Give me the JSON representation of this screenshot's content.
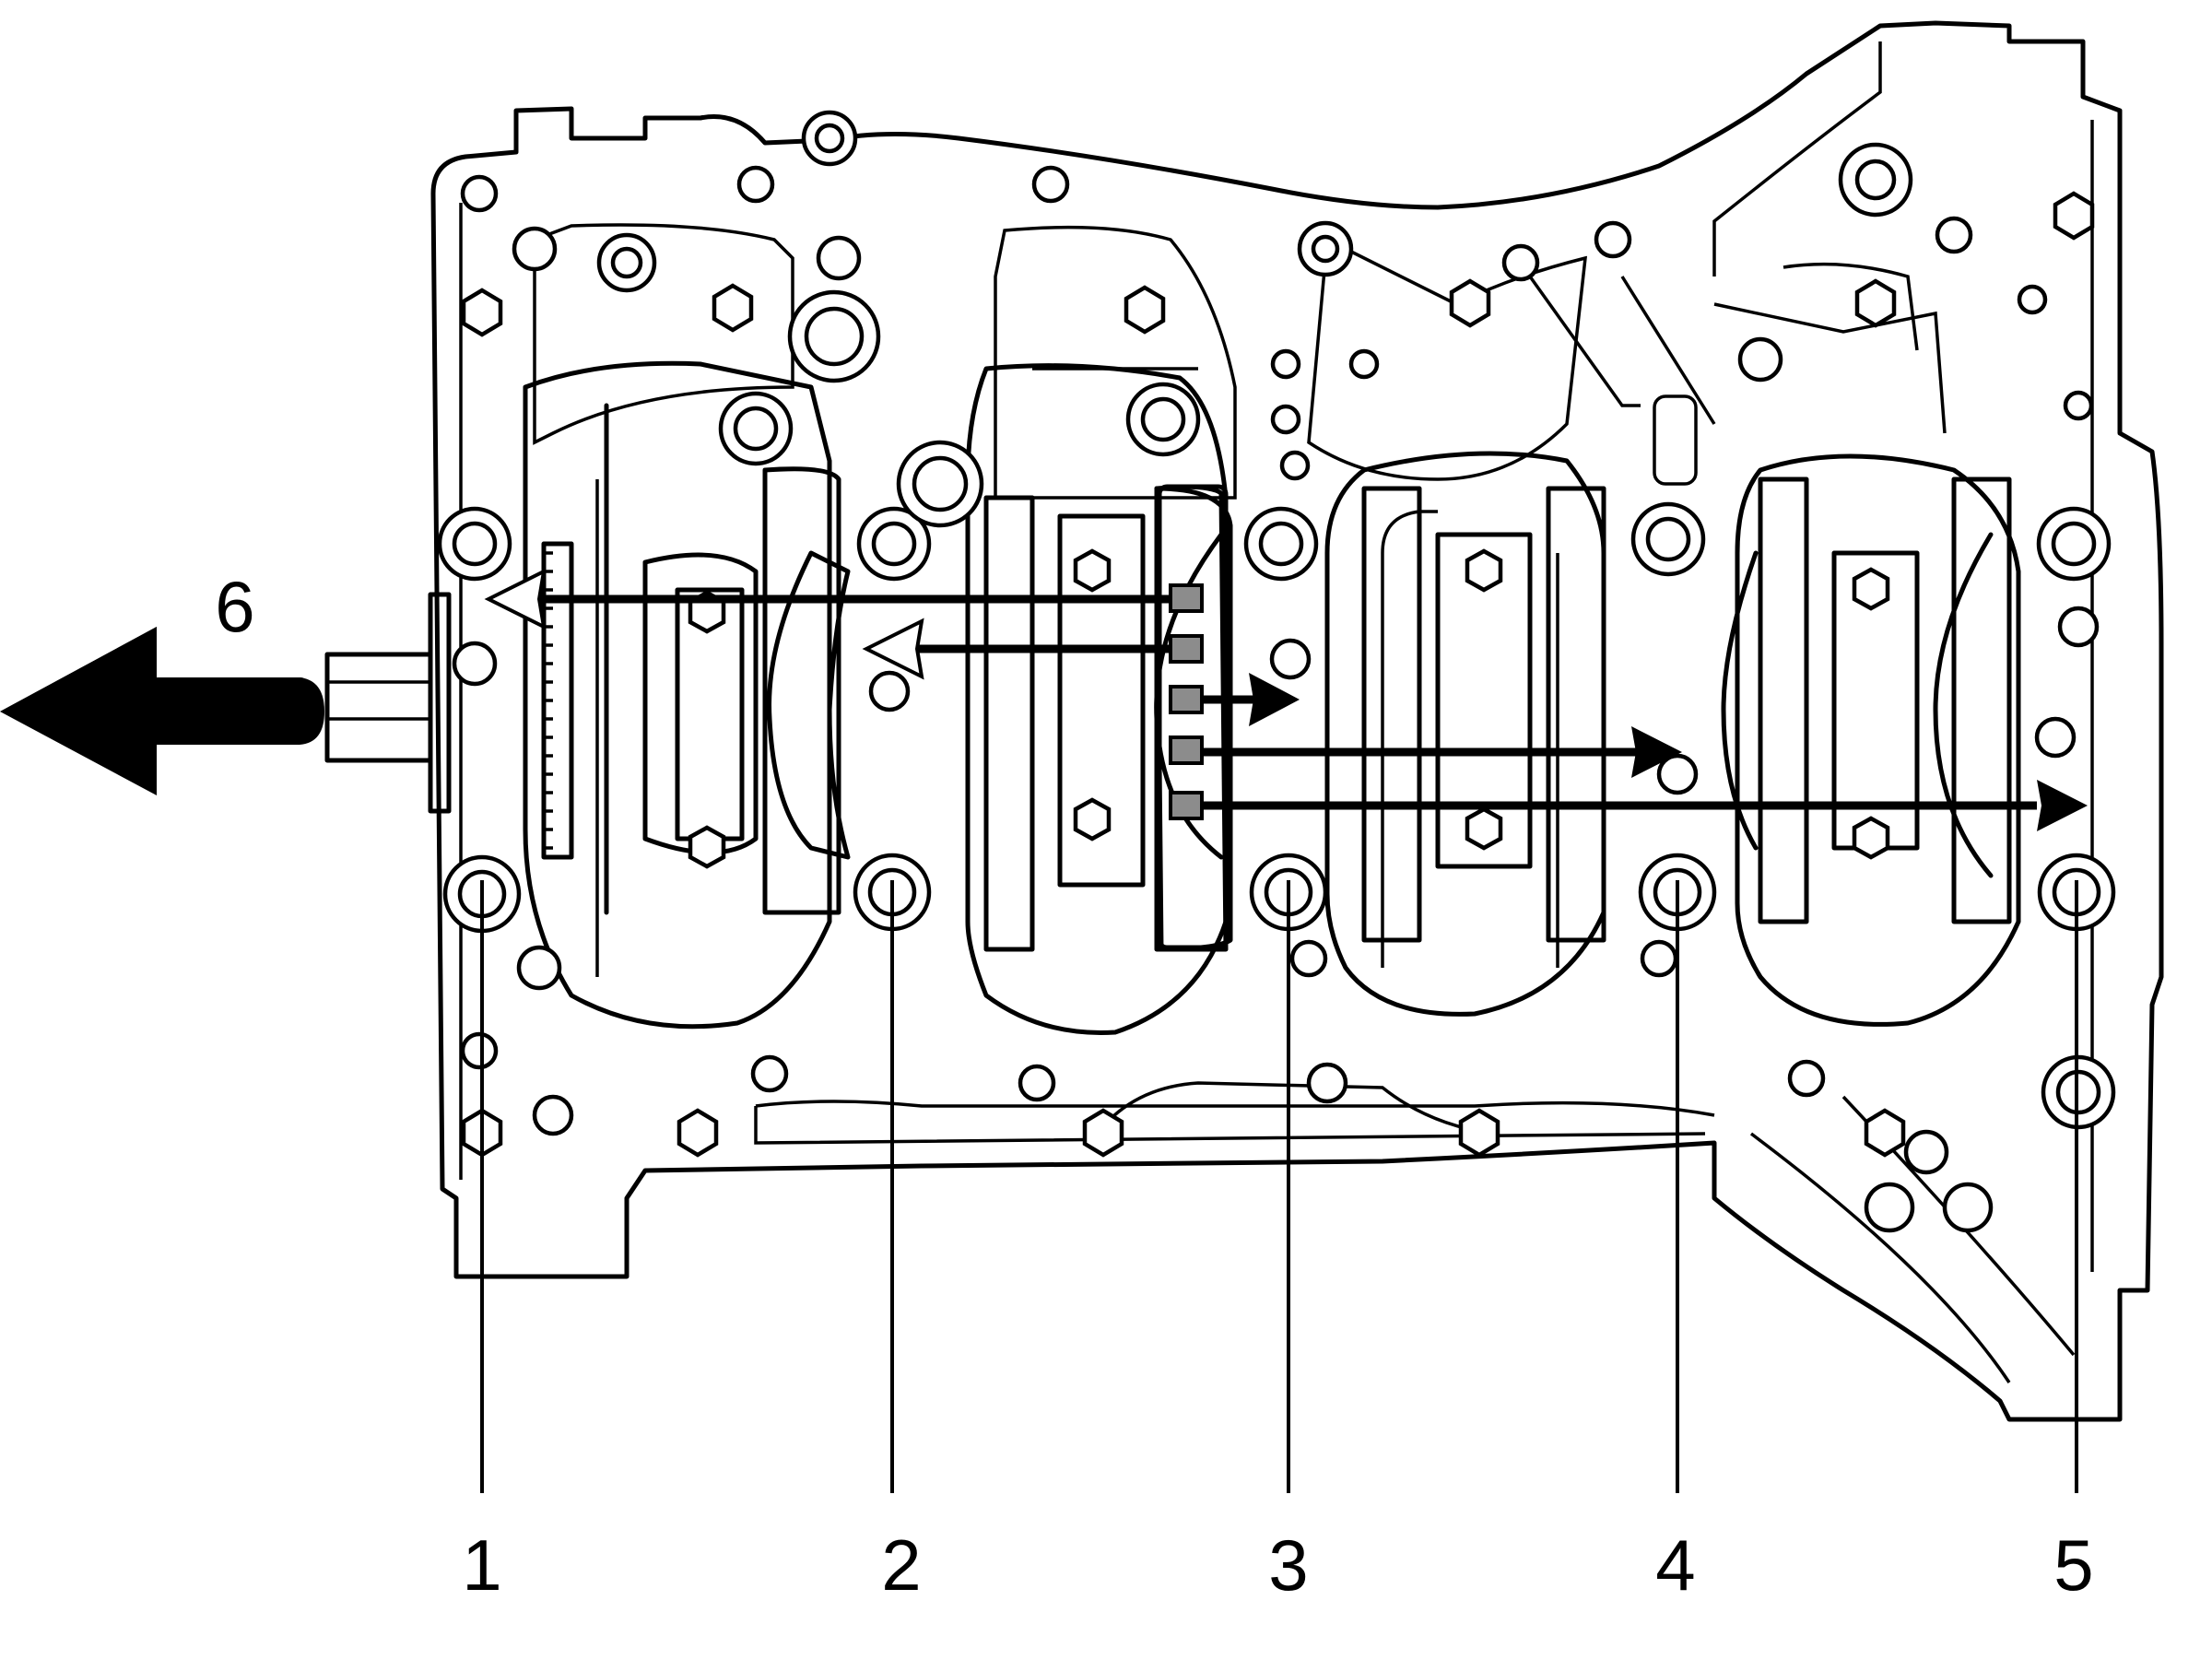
{
  "colors": {
    "line": "#000000",
    "background": "#ffffff",
    "tag_fill": "#8c8c8c"
  },
  "callouts": [
    {
      "id": "1",
      "label": "1"
    },
    {
      "id": "2",
      "label": "2"
    },
    {
      "id": "3",
      "label": "3"
    },
    {
      "id": "4",
      "label": "4"
    },
    {
      "id": "5",
      "label": "5"
    },
    {
      "id": "6",
      "label": "6"
    }
  ]
}
